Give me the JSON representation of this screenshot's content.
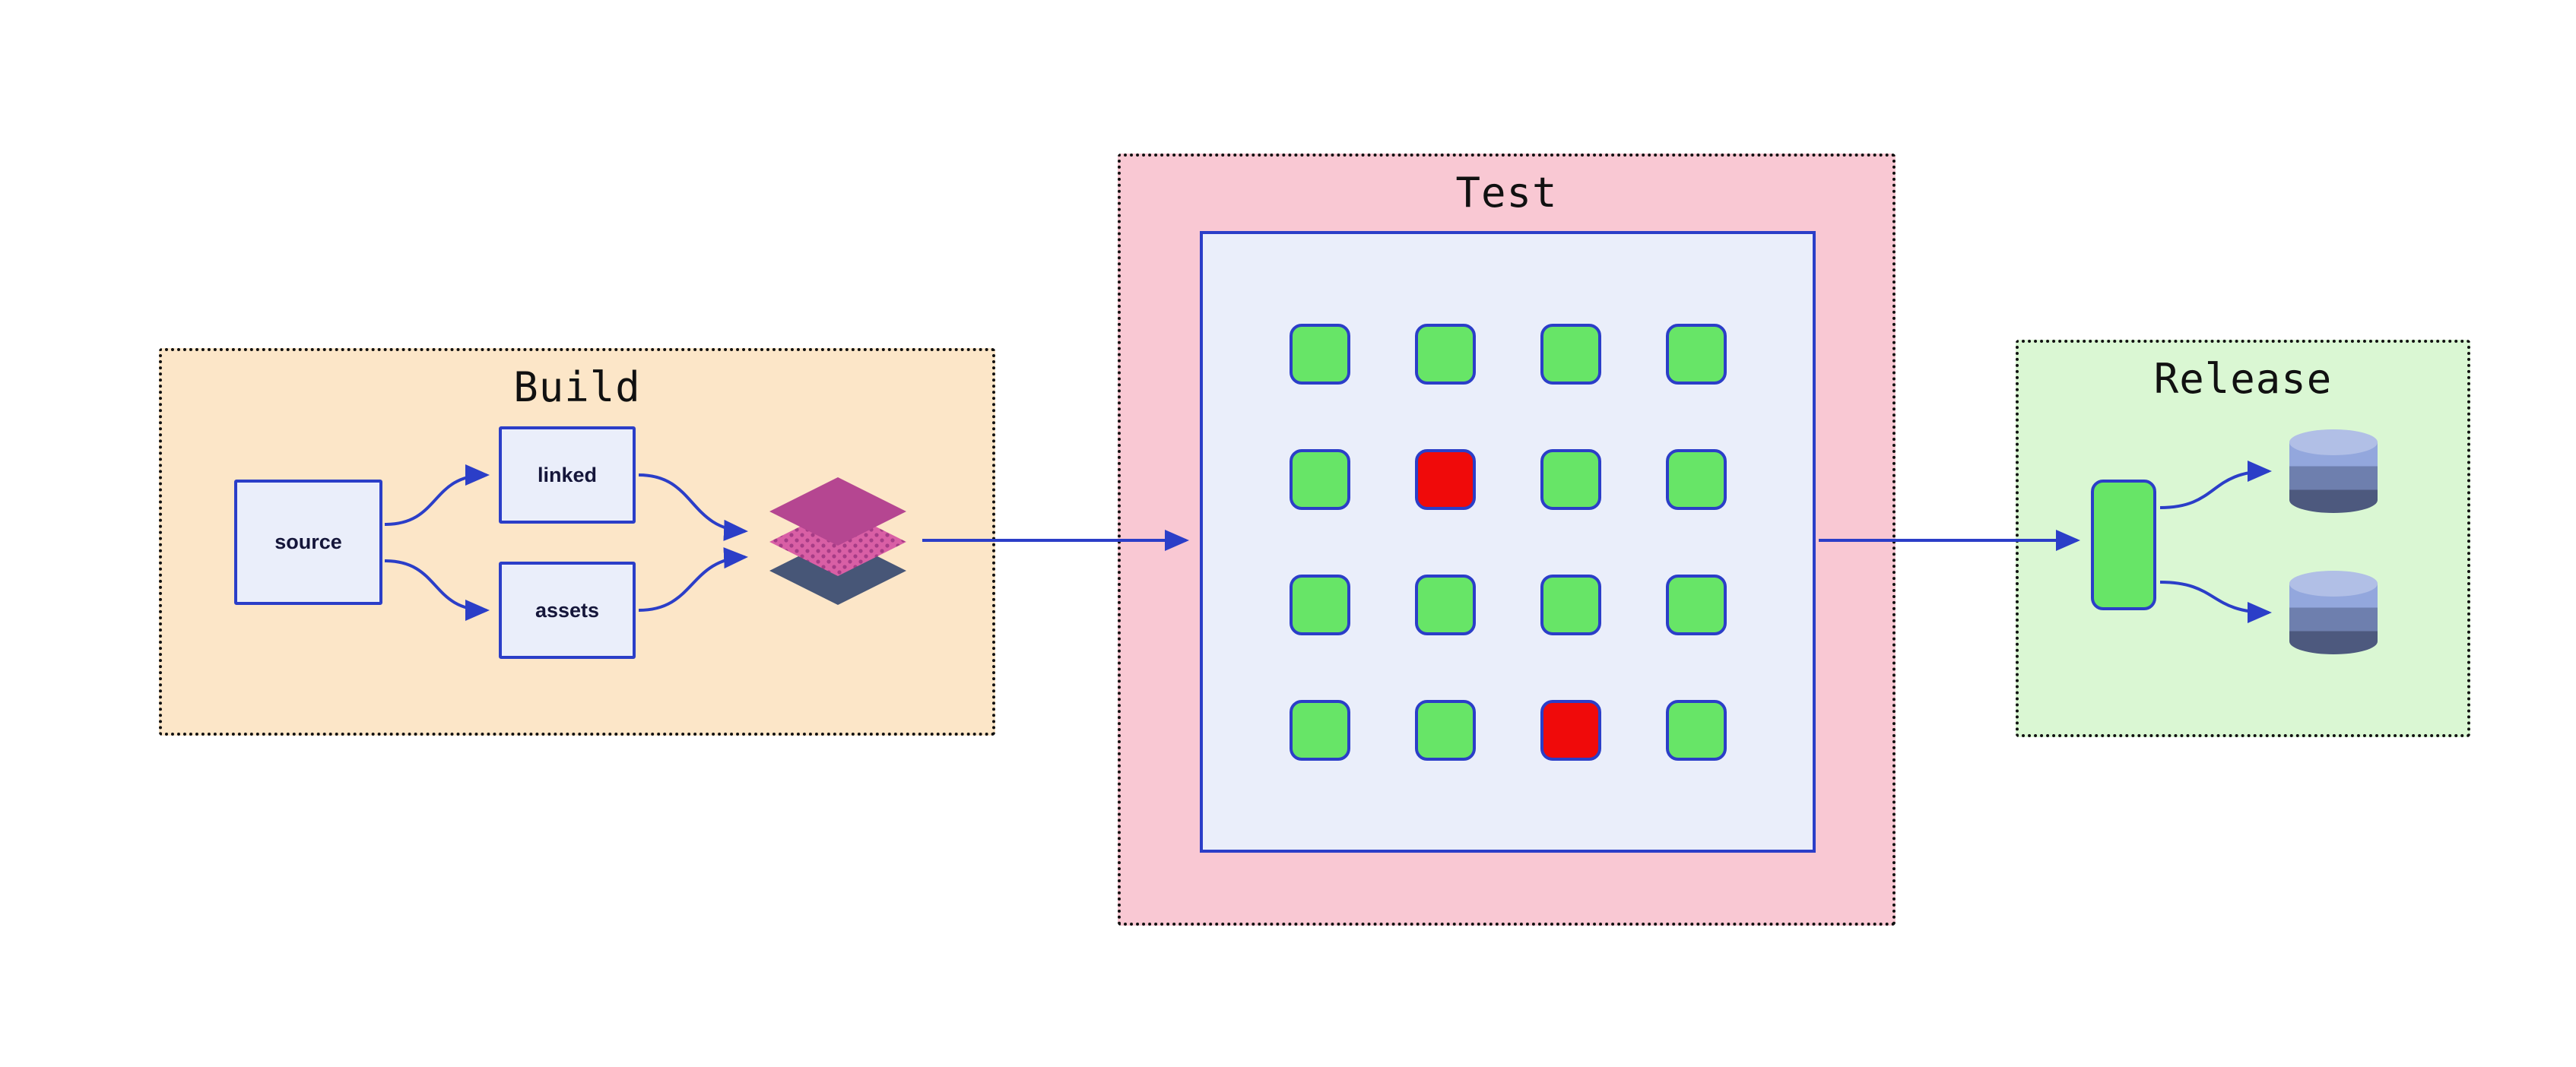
{
  "stages": {
    "build": {
      "title": "Build",
      "source_label": "source",
      "linked_label": "linked",
      "assets_label": "assets",
      "artifact_icon": "layers-icon"
    },
    "test": {
      "title": "Test",
      "grid": {
        "rows": 4,
        "cols": 4,
        "cells": [
          "pass",
          "pass",
          "pass",
          "pass",
          "pass",
          "fail",
          "pass",
          "pass",
          "pass",
          "pass",
          "pass",
          "pass",
          "pass",
          "pass",
          "fail",
          "pass"
        ]
      }
    },
    "release": {
      "title": "Release",
      "node_icon": "release-node",
      "target_icons": [
        "database-icon",
        "database-icon"
      ]
    }
  },
  "colors": {
    "build_bg": "#fce6c8",
    "test_bg": "#f9c8d3",
    "release_bg": "#daf7d3",
    "panel_bg": "#eaeefa",
    "stroke_blue": "#2b3ec8",
    "pass_green": "#67e567",
    "fail_red": "#f00a0a",
    "layer_top": "#b54691",
    "layer_mid": "#d95fa5",
    "layer_dot": "#a63c86",
    "layer_bottom": "#475677",
    "db_light": "#93a7dd",
    "db_mid": "#6e7fae",
    "db_dark": "#4d597e",
    "border_black": "#111111"
  }
}
